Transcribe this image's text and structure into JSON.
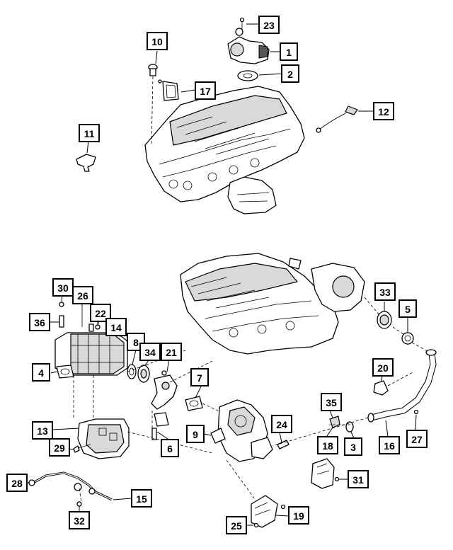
{
  "diagram": {
    "callouts": [
      {
        "id": "c23",
        "label": "23"
      },
      {
        "id": "c10",
        "label": "10"
      },
      {
        "id": "c1",
        "label": "1"
      },
      {
        "id": "c2",
        "label": "2"
      },
      {
        "id": "c17",
        "label": "17"
      },
      {
        "id": "c12",
        "label": "12"
      },
      {
        "id": "c11",
        "label": "11"
      },
      {
        "id": "c30",
        "label": "30"
      },
      {
        "id": "c26",
        "label": "26"
      },
      {
        "id": "c22",
        "label": "22"
      },
      {
        "id": "c36",
        "label": "36"
      },
      {
        "id": "c14",
        "label": "14"
      },
      {
        "id": "c33",
        "label": "33"
      },
      {
        "id": "c5",
        "label": "5"
      },
      {
        "id": "c8",
        "label": "8"
      },
      {
        "id": "c34",
        "label": "34"
      },
      {
        "id": "c21",
        "label": "21"
      },
      {
        "id": "c4",
        "label": "4"
      },
      {
        "id": "c20",
        "label": "20"
      },
      {
        "id": "c7",
        "label": "7"
      },
      {
        "id": "c35",
        "label": "35"
      },
      {
        "id": "c13",
        "label": "13"
      },
      {
        "id": "c24",
        "label": "24"
      },
      {
        "id": "c9",
        "label": "9"
      },
      {
        "id": "c29",
        "label": "29"
      },
      {
        "id": "c6",
        "label": "6"
      },
      {
        "id": "c18",
        "label": "18"
      },
      {
        "id": "c3",
        "label": "3"
      },
      {
        "id": "c16",
        "label": "16"
      },
      {
        "id": "c27",
        "label": "27"
      },
      {
        "id": "c31",
        "label": "31"
      },
      {
        "id": "c28",
        "label": "28"
      },
      {
        "id": "c15",
        "label": "15"
      },
      {
        "id": "c32",
        "label": "32"
      },
      {
        "id": "c19",
        "label": "19"
      },
      {
        "id": "c25",
        "label": "25"
      }
    ]
  }
}
